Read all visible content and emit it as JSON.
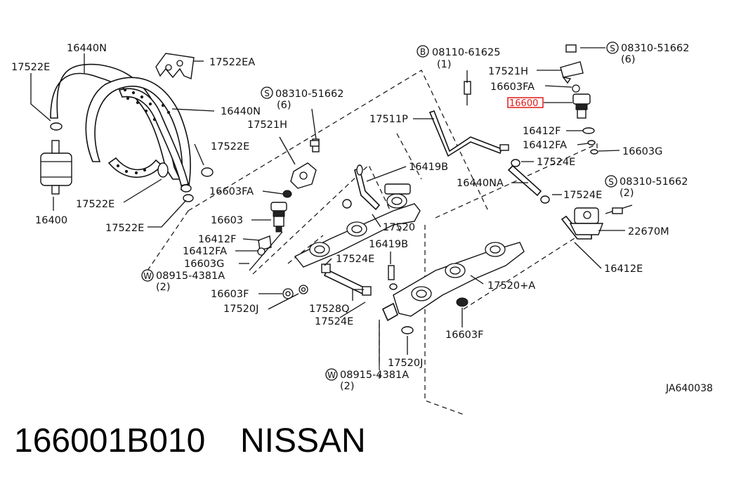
{
  "labels": {
    "l16440N_top": "16440N",
    "l17522E_top": "17522E",
    "l17522EA": "17522EA",
    "l16440N_mid": "16440N",
    "l17522E_mid": "17522E",
    "l17522E_left": "17522E",
    "l17522E_bot": "17522E",
    "l16400": "16400",
    "l08310_mid": "08310-51662",
    "l08310_mid_qty": "(6)",
    "l17521H_mid": "17521H",
    "l16603FA_mid": "16603FA",
    "l16603_mid": "16603",
    "l16412F_mid": "16412F",
    "l16412FA_mid": "16412FA",
    "l16603G_mid": "16603G",
    "l08915_left": "08915-4381A",
    "l08915_left_qty": "(2)",
    "l16603F_left": "16603F",
    "l17520J_left": "17520J",
    "l08110": "08110-61625",
    "l08110_qty": "(1)",
    "l17511P": "17511P",
    "l16419B_top": "16419B",
    "l17520": "17520",
    "l16419B_mid": "16419B",
    "l17524E_mid": "17524E",
    "l17528Q": "17528Q",
    "l17524E_low": "17524E",
    "l17520J_bot": "17520J",
    "l08915_bot": "08915-4381A",
    "l08915_bot_qty": "(2)",
    "l08310_top": "08310-51662",
    "l08310_top_qty": "(6)",
    "l17521H_right": "17521H",
    "l16603FA_right": "16603FA",
    "l16600_highlight": "16600",
    "l16412F_right": "16412F",
    "l16412FA_right": "16412FA",
    "l16603G_right": "16603G",
    "l17524E_right": "17524E",
    "l16440NA": "16440NA",
    "l17524E_right2": "17524E",
    "l08310_right": "08310-51662",
    "l08310_right_qty": "(2)",
    "l22670M": "22670M",
    "l16412E": "16412E",
    "l17520A": "17520+A",
    "l16603F_bot": "16603F",
    "diagram_code": "JA640038"
  },
  "symbols": {
    "S": "S",
    "B": "B",
    "W": "W"
  },
  "footer": {
    "part_number": "166001B010",
    "brand": "NISSAN"
  },
  "colors": {
    "highlight": "#e01b1b",
    "ink": "#111111"
  }
}
